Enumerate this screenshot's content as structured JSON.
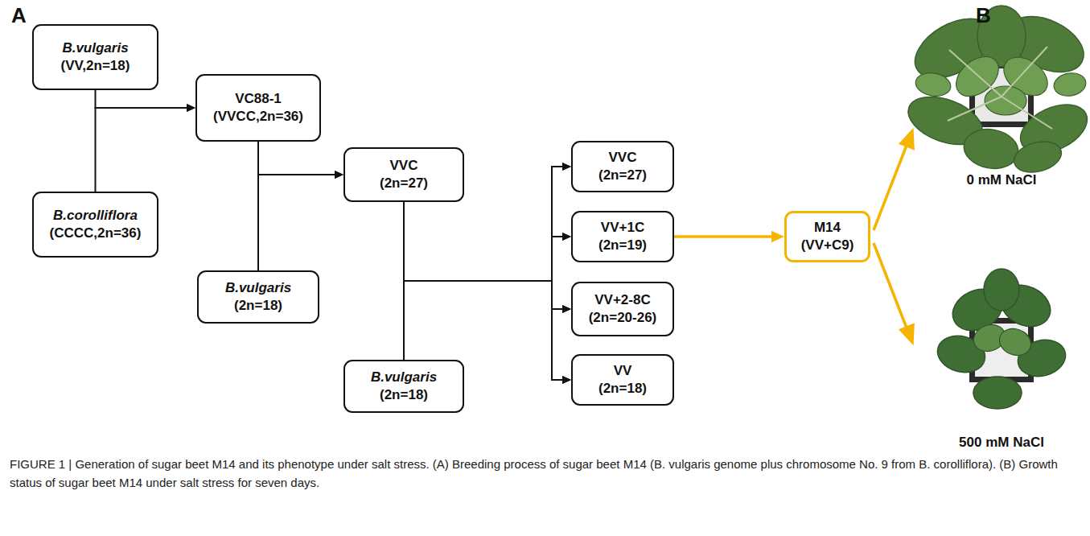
{
  "diagram": {
    "caption": "FIGURE 1 | Generation of sugar beet M14 and its phenotype under salt stress. (A) Breeding process of sugar beet M14 (B. vulgaris genome plus chromosome No. 9 from B. corolliflora). (B) Growth status of sugar beet M14 under salt stress for seven days.",
    "nodes": [
      {
        "text": [
          "B.vulgaris",
          "(VV,2n=18)"
        ]
      },
      {
        "text": [
          "B.corolliflora",
          "(CCCC,2n=36)"
        ]
      },
      {
        "text": [
          "VC88-1",
          "(VVCC,2n=36)"
        ]
      },
      {
        "text": [
          "VVC",
          "(2n=27)"
        ]
      },
      {
        "text": [
          "B.vulgaris",
          "(2n=18)"
        ]
      },
      {
        "text": [
          "B.vulgaris",
          "(2n=18)"
        ]
      },
      {
        "text": [
          "VVC",
          "(2n=27)"
        ]
      },
      {
        "text": [
          "VV+1C",
          "(2n=19)"
        ]
      },
      {
        "text": [
          "VV+2-8C",
          "(2n=20-26)"
        ]
      },
      {
        "text": [
          "VV",
          "(2n=18)"
        ]
      },
      {
        "text": [
          "M14",
          "(VV+C9)"
        ]
      }
    ],
    "edges": [
      {
        "from": 0,
        "to": 2,
        "arrow": "to"
      },
      {
        "from": 1,
        "to": 2,
        "arrow": "to"
      },
      {
        "from": 2,
        "to": 3,
        "arrow": "to"
      },
      {
        "from": 4,
        "to": 3,
        "arrow": "to"
      },
      {
        "from": 3,
        "to": 6,
        "arrow": "to"
      },
      {
        "from": 3,
        "to": 7,
        "arrow": "to"
      },
      {
        "from": 3,
        "to": 8,
        "arrow": "to"
      },
      {
        "from": 3,
        "to": 9,
        "arrow": "to"
      },
      {
        "from": 5,
        "to": 6,
        "arrow": "to"
      },
      {
        "from": 5,
        "to": 7,
        "arrow": "to"
      },
      {
        "from": 5,
        "to": 8,
        "arrow": "to"
      },
      {
        "from": 5,
        "to": 9,
        "arrow": "to"
      },
      {
        "from": 7,
        "to": 10,
        "arrow": "to"
      }
    ],
    "labels": [
      "A",
      "B",
      "0 mM NaCl",
      "500 mM NaCl"
    ]
  }
}
